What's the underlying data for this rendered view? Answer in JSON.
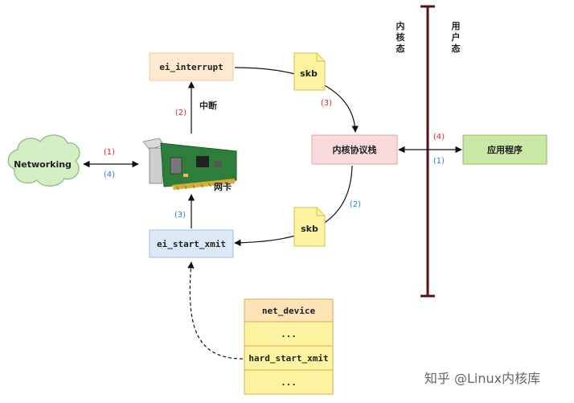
{
  "nodes": {
    "networking": "Networking",
    "ei_interrupt": "ei_interrupt",
    "ei_start_xmit": "ei_start_xmit",
    "skb_top": "skb",
    "skb_bottom": "skb",
    "protocol_stack": "内核协议栈",
    "app": "应用程序",
    "nic_label": "网卡",
    "interrupt_label": "中断",
    "kernel_space": [
      "内",
      "核",
      "态"
    ],
    "user_space": [
      "用",
      "户",
      "态"
    ]
  },
  "net_device": {
    "title": "net_device",
    "rows": [
      "...",
      "hard_start_xmit",
      "..."
    ]
  },
  "steps": {
    "red_1": "(1)",
    "blue_4": "(4)",
    "red_2": "(2)",
    "red_3": "(3)",
    "red_4": "(4)",
    "blue_1": "(1)",
    "blue_2": "(2)",
    "blue_3": "(3)"
  },
  "watermark": "知乎 @Linux内核库",
  "colors": {
    "red": "#d9262f",
    "blue": "#2a7fd4",
    "orange_box": "#fde9cf",
    "blue_box": "#dce8f5",
    "pink_box": "#f9d9d9",
    "green_box": "#c9e8a6",
    "yellow": "#fef3a1",
    "divider": "#5a0f1a"
  }
}
